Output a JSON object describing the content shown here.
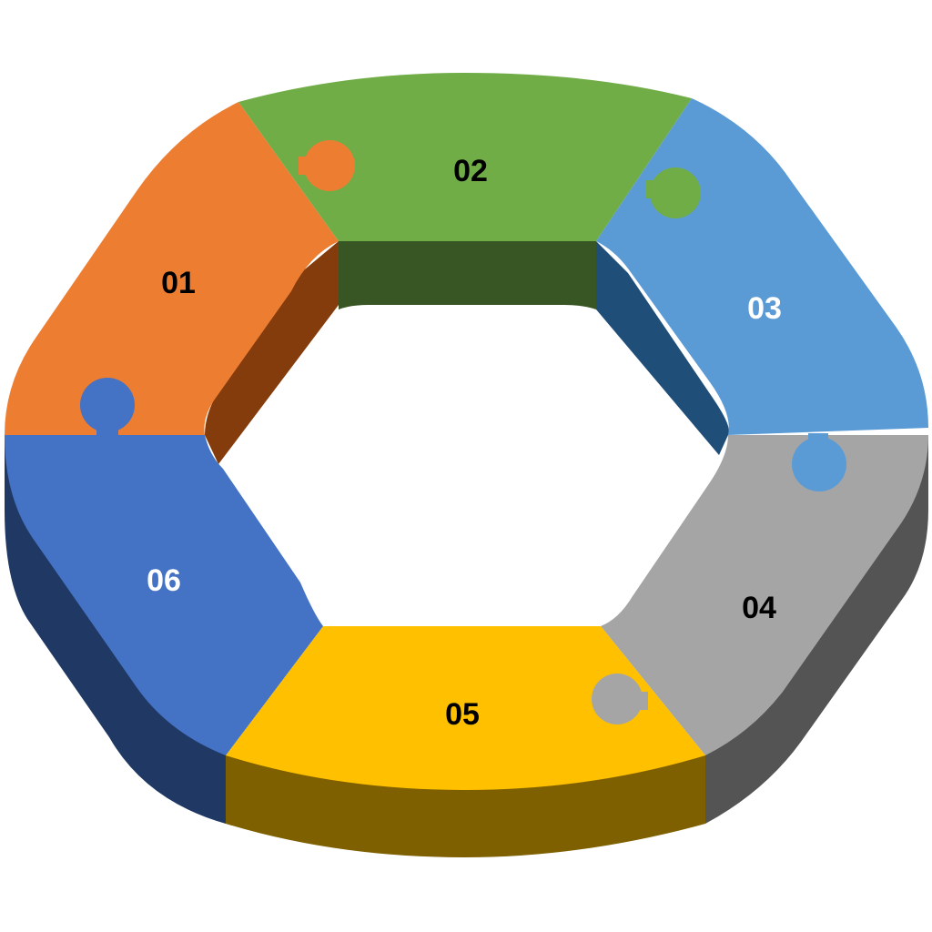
{
  "segments": [
    {
      "label": "01",
      "color": "#ed7d31",
      "text_color": "#000000"
    },
    {
      "label": "02",
      "color": "#70ad47",
      "text_color": "#000000"
    },
    {
      "label": "03",
      "color": "#5b9bd5",
      "text_color": "#ffffff"
    },
    {
      "label": "04",
      "color": "#a5a5a5",
      "text_color": "#000000"
    },
    {
      "label": "05",
      "color": "#ffc000",
      "text_color": "#000000"
    },
    {
      "label": "06",
      "color": "#4472c4",
      "text_color": "#ffffff"
    }
  ],
  "walls": {
    "outer_left": "#203864",
    "outer_front": "#7f6000",
    "outer_right": "#545454",
    "inner_left": "#843c0c",
    "inner_top": "#375623",
    "inner_right": "#1f4e79"
  }
}
